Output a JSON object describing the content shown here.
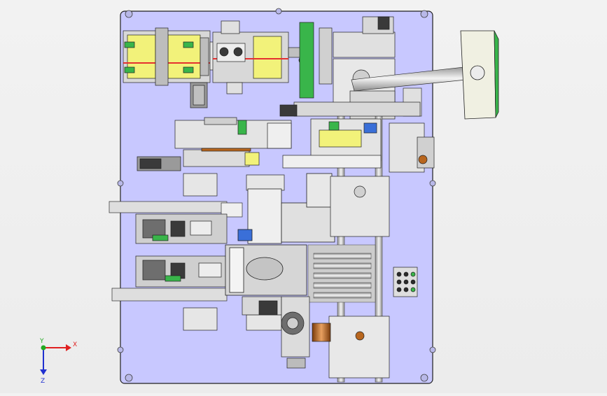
{
  "app": {
    "type": "cad-3d-viewport",
    "view": "top"
  },
  "triad": {
    "x_label": "X",
    "y_label": "Y",
    "z_label": "Z",
    "x_color": "#e02020",
    "y_color": "#22aa22",
    "z_color": "#2030d0"
  },
  "colors": {
    "baseplate": "#c8c8ff",
    "baseplate_edge": "#202020",
    "steel": "#d8d8d8",
    "steel_dark": "#9a9a9a",
    "yellow": "#f2f27a",
    "green": "#39b54a",
    "red": "#e53030",
    "blue": "#3a6fd8",
    "copper": "#b8661e",
    "cream": "#f0f0e2"
  }
}
